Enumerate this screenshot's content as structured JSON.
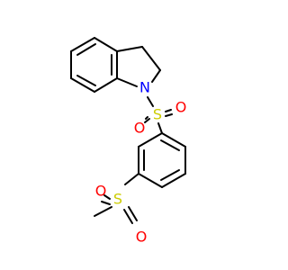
{
  "molecule": {
    "atoms": {
      "n1": "N",
      "s1": "S",
      "o1": "O",
      "o2": "O",
      "s2": "S",
      "o3": "O",
      "o4": "O"
    },
    "colors": {
      "nitrogen": "#0000ff",
      "sulfur": "#cccc00",
      "oxygen": "#ff0000",
      "bond": "#000000"
    }
  }
}
